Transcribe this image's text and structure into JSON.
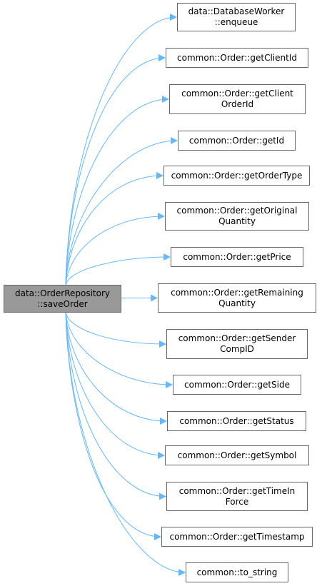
{
  "root": {
    "id": "root",
    "lines": [
      "data::OrderRepository",
      "::saveOrder"
    ]
  },
  "callees": [
    {
      "id": "n1",
      "lines": [
        "data::DatabaseWorker",
        "::enqueue"
      ]
    },
    {
      "id": "n2",
      "lines": [
        "common::Order::getClientId"
      ]
    },
    {
      "id": "n3",
      "lines": [
        "common::Order::getClient",
        "OrderId"
      ]
    },
    {
      "id": "n4",
      "lines": [
        "common::Order::getId"
      ]
    },
    {
      "id": "n5",
      "lines": [
        "common::Order::getOrderType"
      ]
    },
    {
      "id": "n6",
      "lines": [
        "common::Order::getOriginal",
        "Quantity"
      ]
    },
    {
      "id": "n7",
      "lines": [
        "common::Order::getPrice"
      ]
    },
    {
      "id": "n8",
      "lines": [
        "common::Order::getRemaining",
        "Quantity"
      ]
    },
    {
      "id": "n9",
      "lines": [
        "common::Order::getSender",
        "CompID"
      ]
    },
    {
      "id": "n10",
      "lines": [
        "common::Order::getSide"
      ]
    },
    {
      "id": "n11",
      "lines": [
        "common::Order::getStatus"
      ]
    },
    {
      "id": "n12",
      "lines": [
        "common::Order::getSymbol"
      ]
    },
    {
      "id": "n13",
      "lines": [
        "common::Order::getTimeIn",
        "Force"
      ]
    },
    {
      "id": "n14",
      "lines": [
        "common::Order::getTimestamp"
      ]
    },
    {
      "id": "n15",
      "lines": [
        "common::to_string"
      ]
    }
  ],
  "colors": {
    "edge": "#63b8ff",
    "node_border": "#666666",
    "root_fill": "#999999",
    "node_fill": "#ffffff"
  }
}
